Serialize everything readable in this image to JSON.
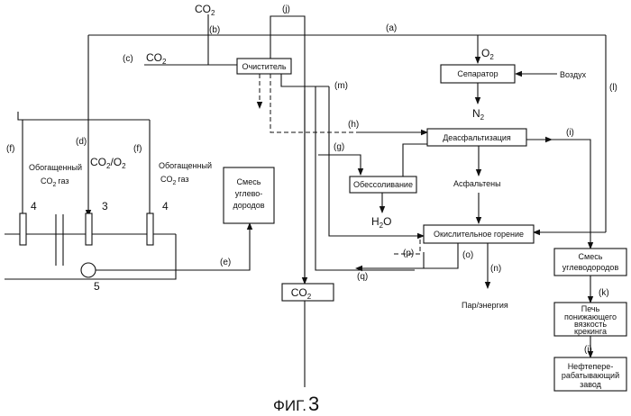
{
  "boxes": {
    "purifier": "Очиститель",
    "separator": "Сепаратор",
    "deasphalting": "Деасфальтизация",
    "desalting": "Обессоливание",
    "oxidative_combustion": "Окислительное горение",
    "hc_mix_left": [
      "Смесь",
      "углево-",
      "дородов"
    ],
    "co2_box": "CO",
    "hc_mix_right": [
      "Смесь",
      "углеводородов"
    ],
    "visbreaking_furnace": [
      "Печь",
      "понижающего",
      "вязкость",
      "крекинга"
    ],
    "refinery": [
      "Нефтепере-",
      "рабатывающий",
      "завод"
    ]
  },
  "streams": {
    "a": "(a)",
    "b": "(b)",
    "c": "(c)",
    "d": "(d)",
    "e": "(e)",
    "f_left": "(f)",
    "f_right": "(f)",
    "g": "(g)",
    "h": "(h)",
    "i_top": "(i)",
    "i_bottom": "(i)",
    "j": "(j)",
    "k": "(k)",
    "l": "(l)",
    "m": "(m)",
    "n": "(n)",
    "o": "(o)",
    "p": "(p)",
    "q": "(q)"
  },
  "labels": {
    "co2_top": "CO",
    "co2_c": "CO",
    "o2": "O",
    "n2": "N",
    "air": "Воздух",
    "asphaltenes": "Асфальтены",
    "h2o": "H",
    "steam_energy": "Пар/энергия",
    "co2o2": "CO",
    "enriched_left": [
      "Обогащенный",
      "CO"
    ],
    "enriched_left_gas": "газ",
    "enriched_right": [
      "Обогащенный",
      "CO"
    ],
    "enriched_right_gas": "газ",
    "sub_2": "2",
    "sub_o2": "/O",
    "sub_h2o_o": "O"
  },
  "wells": {
    "w4_left": "4",
    "w3": "3",
    "w4_right": "4",
    "w5": "5"
  },
  "figure_caption": {
    "prefix": "ФИГ.",
    "number": "3"
  }
}
